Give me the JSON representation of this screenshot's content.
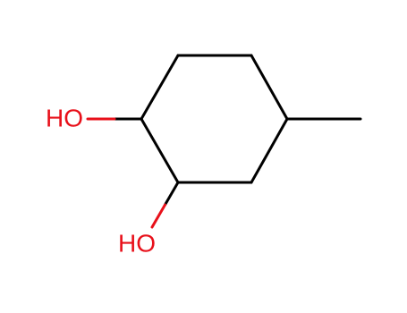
{
  "colors": {
    "background": "#ffffff",
    "carbon_bond": "#000000",
    "oxygen": "#e8101a"
  },
  "molecule": {
    "atoms": [
      {
        "id": "C1",
        "element": "C"
      },
      {
        "id": "C2",
        "element": "C"
      },
      {
        "id": "C3",
        "element": "C"
      },
      {
        "id": "C4",
        "element": "C"
      },
      {
        "id": "C5",
        "element": "C"
      },
      {
        "id": "C6",
        "element": "C"
      },
      {
        "id": "C7",
        "element": "C",
        "note": "methyl"
      },
      {
        "id": "O1",
        "element": "O",
        "label": "HO"
      },
      {
        "id": "O2",
        "element": "O",
        "label": "HO"
      }
    ],
    "bonds": [
      {
        "from": "C1",
        "to": "C2",
        "order": 1
      },
      {
        "from": "C2",
        "to": "C3",
        "order": 1
      },
      {
        "from": "C3",
        "to": "C4",
        "order": 1
      },
      {
        "from": "C4",
        "to": "C5",
        "order": 1
      },
      {
        "from": "C5",
        "to": "C6",
        "order": 1
      },
      {
        "from": "C6",
        "to": "C1",
        "order": 1
      },
      {
        "from": "C4",
        "to": "C7",
        "order": 1
      },
      {
        "from": "C1",
        "to": "O1",
        "order": 1
      },
      {
        "from": "C6",
        "to": "O2",
        "order": 1
      }
    ]
  }
}
